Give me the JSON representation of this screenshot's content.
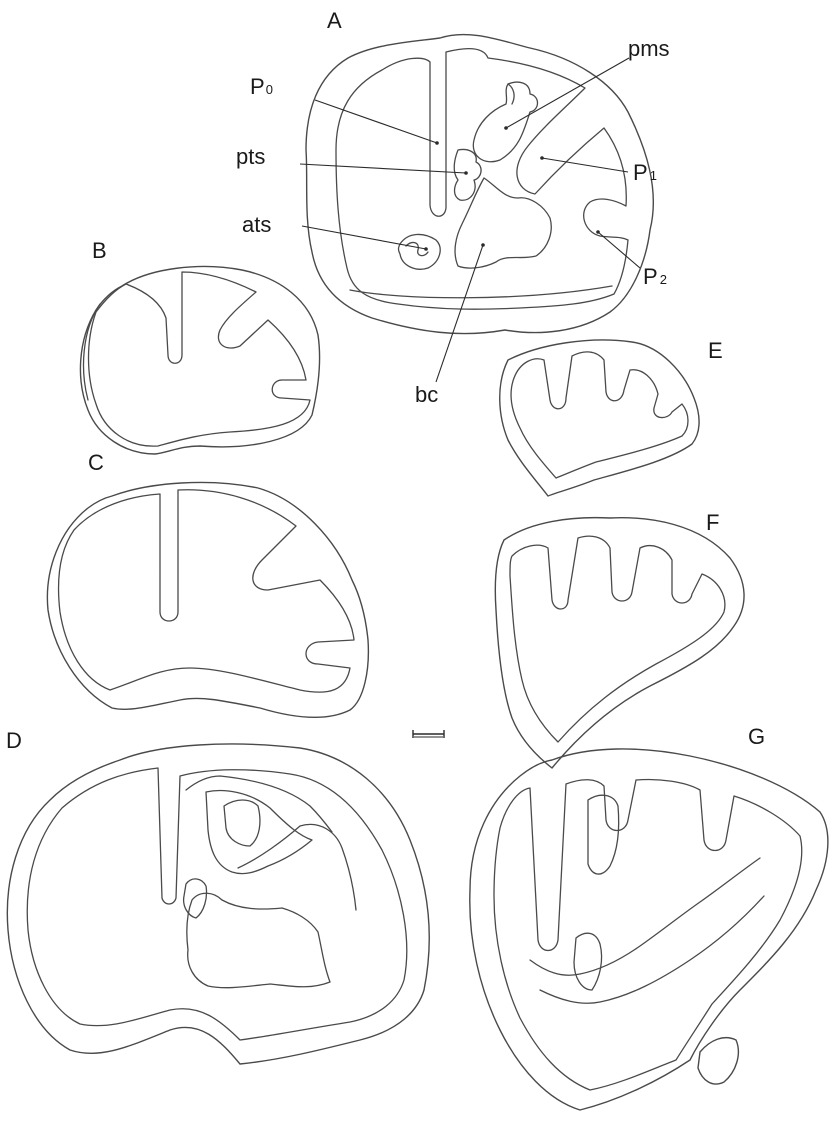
{
  "panels": {
    "a": "A",
    "b": "B",
    "c": "C",
    "d": "D",
    "e": "E",
    "f": "F",
    "g": "G"
  },
  "labels": {
    "p0_main": "P",
    "p0_sub": "0",
    "pms": "pms",
    "pts": "pts",
    "ats": "ats",
    "p1_main": "P",
    "p1_sub": "1",
    "p2_main": "P",
    "p2_sub": "2",
    "bc": "bc"
  }
}
